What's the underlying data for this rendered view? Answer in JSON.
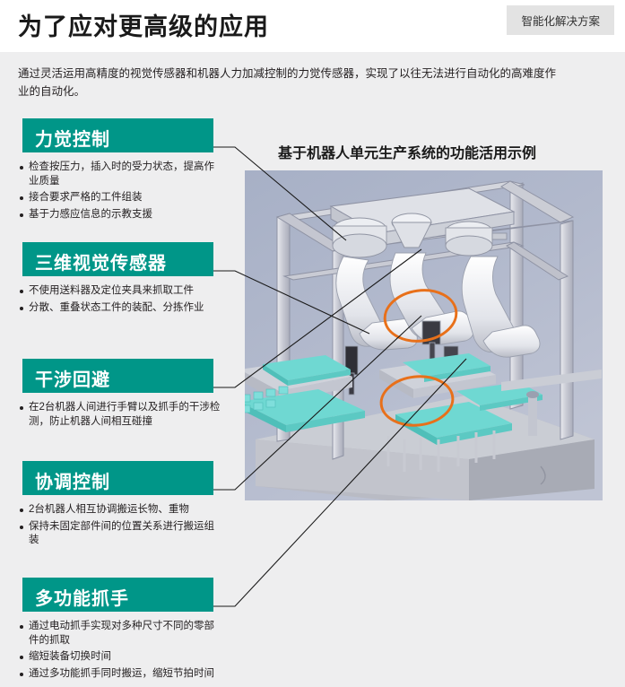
{
  "header": {
    "title": "为了应对更高级的应用",
    "badge": "智能化解决方案"
  },
  "intro": {
    "text": "通过灵活运用高精度的视觉传感器和机器人力加减控制的力觉传感器，实现了以往无法进行自动化的高难度作业的自动化。"
  },
  "diagram": {
    "title": "基于机器人单元生产系统的功能活用示例",
    "panel_color": "#b0b8cc",
    "highlight_color": "#e8701a",
    "workpiece_color": "#6fd8d2"
  },
  "theme": {
    "accent": "#009688",
    "page_background": "#eeeeef",
    "header_background": "#ffffff",
    "badge_background": "#e3e3e3",
    "text": "#231f20"
  },
  "cards": [
    {
      "title": "力觉控制",
      "bullets": [
        "检查按压力，插入时的受力状态，提高作业质量",
        "接合要求严格的工件组装",
        "基于力感应信息的示教支援"
      ]
    },
    {
      "title": "三维视觉传感器",
      "bullets": [
        "不使用送料器及定位夹具来抓取工件",
        "分散、重叠状态工件的装配、分拣作业"
      ]
    },
    {
      "title": "干涉回避",
      "bullets": [
        "在2台机器人间进行手臂以及抓手的干涉检测，防止机器人间相互碰撞"
      ]
    },
    {
      "title": "协调控制",
      "bullets": [
        "2台机器人相互协调搬运长物、重物",
        "保持未固定部件间的位置关系进行搬运组装"
      ]
    },
    {
      "title": "多功能抓手",
      "bullets": [
        "通过电动抓手实现对多种尺寸不同的零部件的抓取",
        "缩短装备切换时间",
        "通过多功能抓手同时搬运，缩短节拍时间"
      ]
    }
  ]
}
